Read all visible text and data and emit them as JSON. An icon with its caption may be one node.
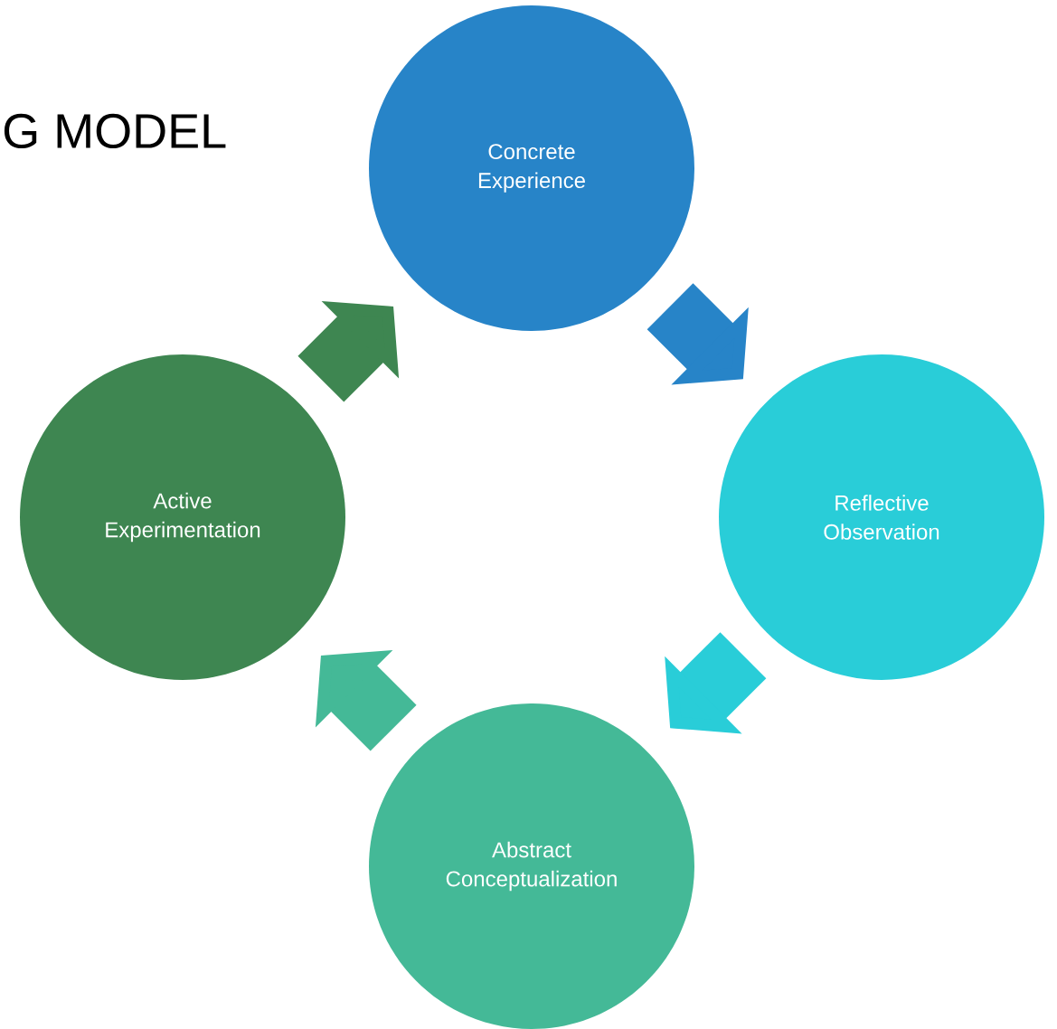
{
  "diagram": {
    "title": "G MODEL",
    "nodes": [
      {
        "text": [
          "Concrete Experience"
        ]
      },
      {
        "text": [
          "Reflective Observation"
        ]
      },
      {
        "text": [
          "Abstract Conceptualization"
        ]
      },
      {
        "text": [
          "Active Experimentation"
        ]
      }
    ],
    "edges": [
      {
        "from": 0,
        "to": 1,
        "arrow": "to",
        "color": "#2784c8"
      },
      {
        "from": 1,
        "to": 2,
        "arrow": "to",
        "color": "#29cdd8"
      },
      {
        "from": 2,
        "to": 3,
        "arrow": "to",
        "color": "#44b997"
      },
      {
        "from": 3,
        "to": 0,
        "arrow": "to",
        "color": "#3e8651"
      }
    ]
  }
}
